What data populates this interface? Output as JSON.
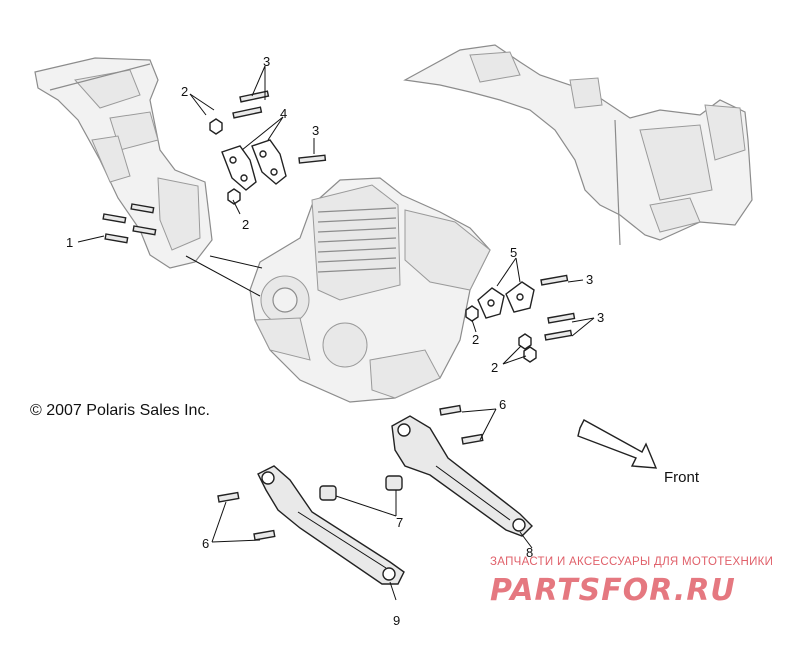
{
  "copyright": "© 2007 Polaris Sales Inc.",
  "direction_label": "Front",
  "callouts": {
    "c1": "1",
    "c2a": "2",
    "c2b": "2",
    "c2c": "2",
    "c2d": "2",
    "c3a": "3",
    "c3b": "3",
    "c3c": "3",
    "c3d": "3",
    "c4": "4",
    "c5": "5",
    "c6a": "6",
    "c6b": "6",
    "c7": "7",
    "c8": "8",
    "c9": "9"
  },
  "watermark": {
    "subtitle": "ЗАПЧАСТИ И АКСЕССУАРЫ ДЛЯ МОТОТЕХНИКИ",
    "logo_text": "PARTSFOR.RU"
  },
  "colors": {
    "watermark": "#e0606a",
    "line": "#222222",
    "ghost": "#8c8c8c"
  }
}
